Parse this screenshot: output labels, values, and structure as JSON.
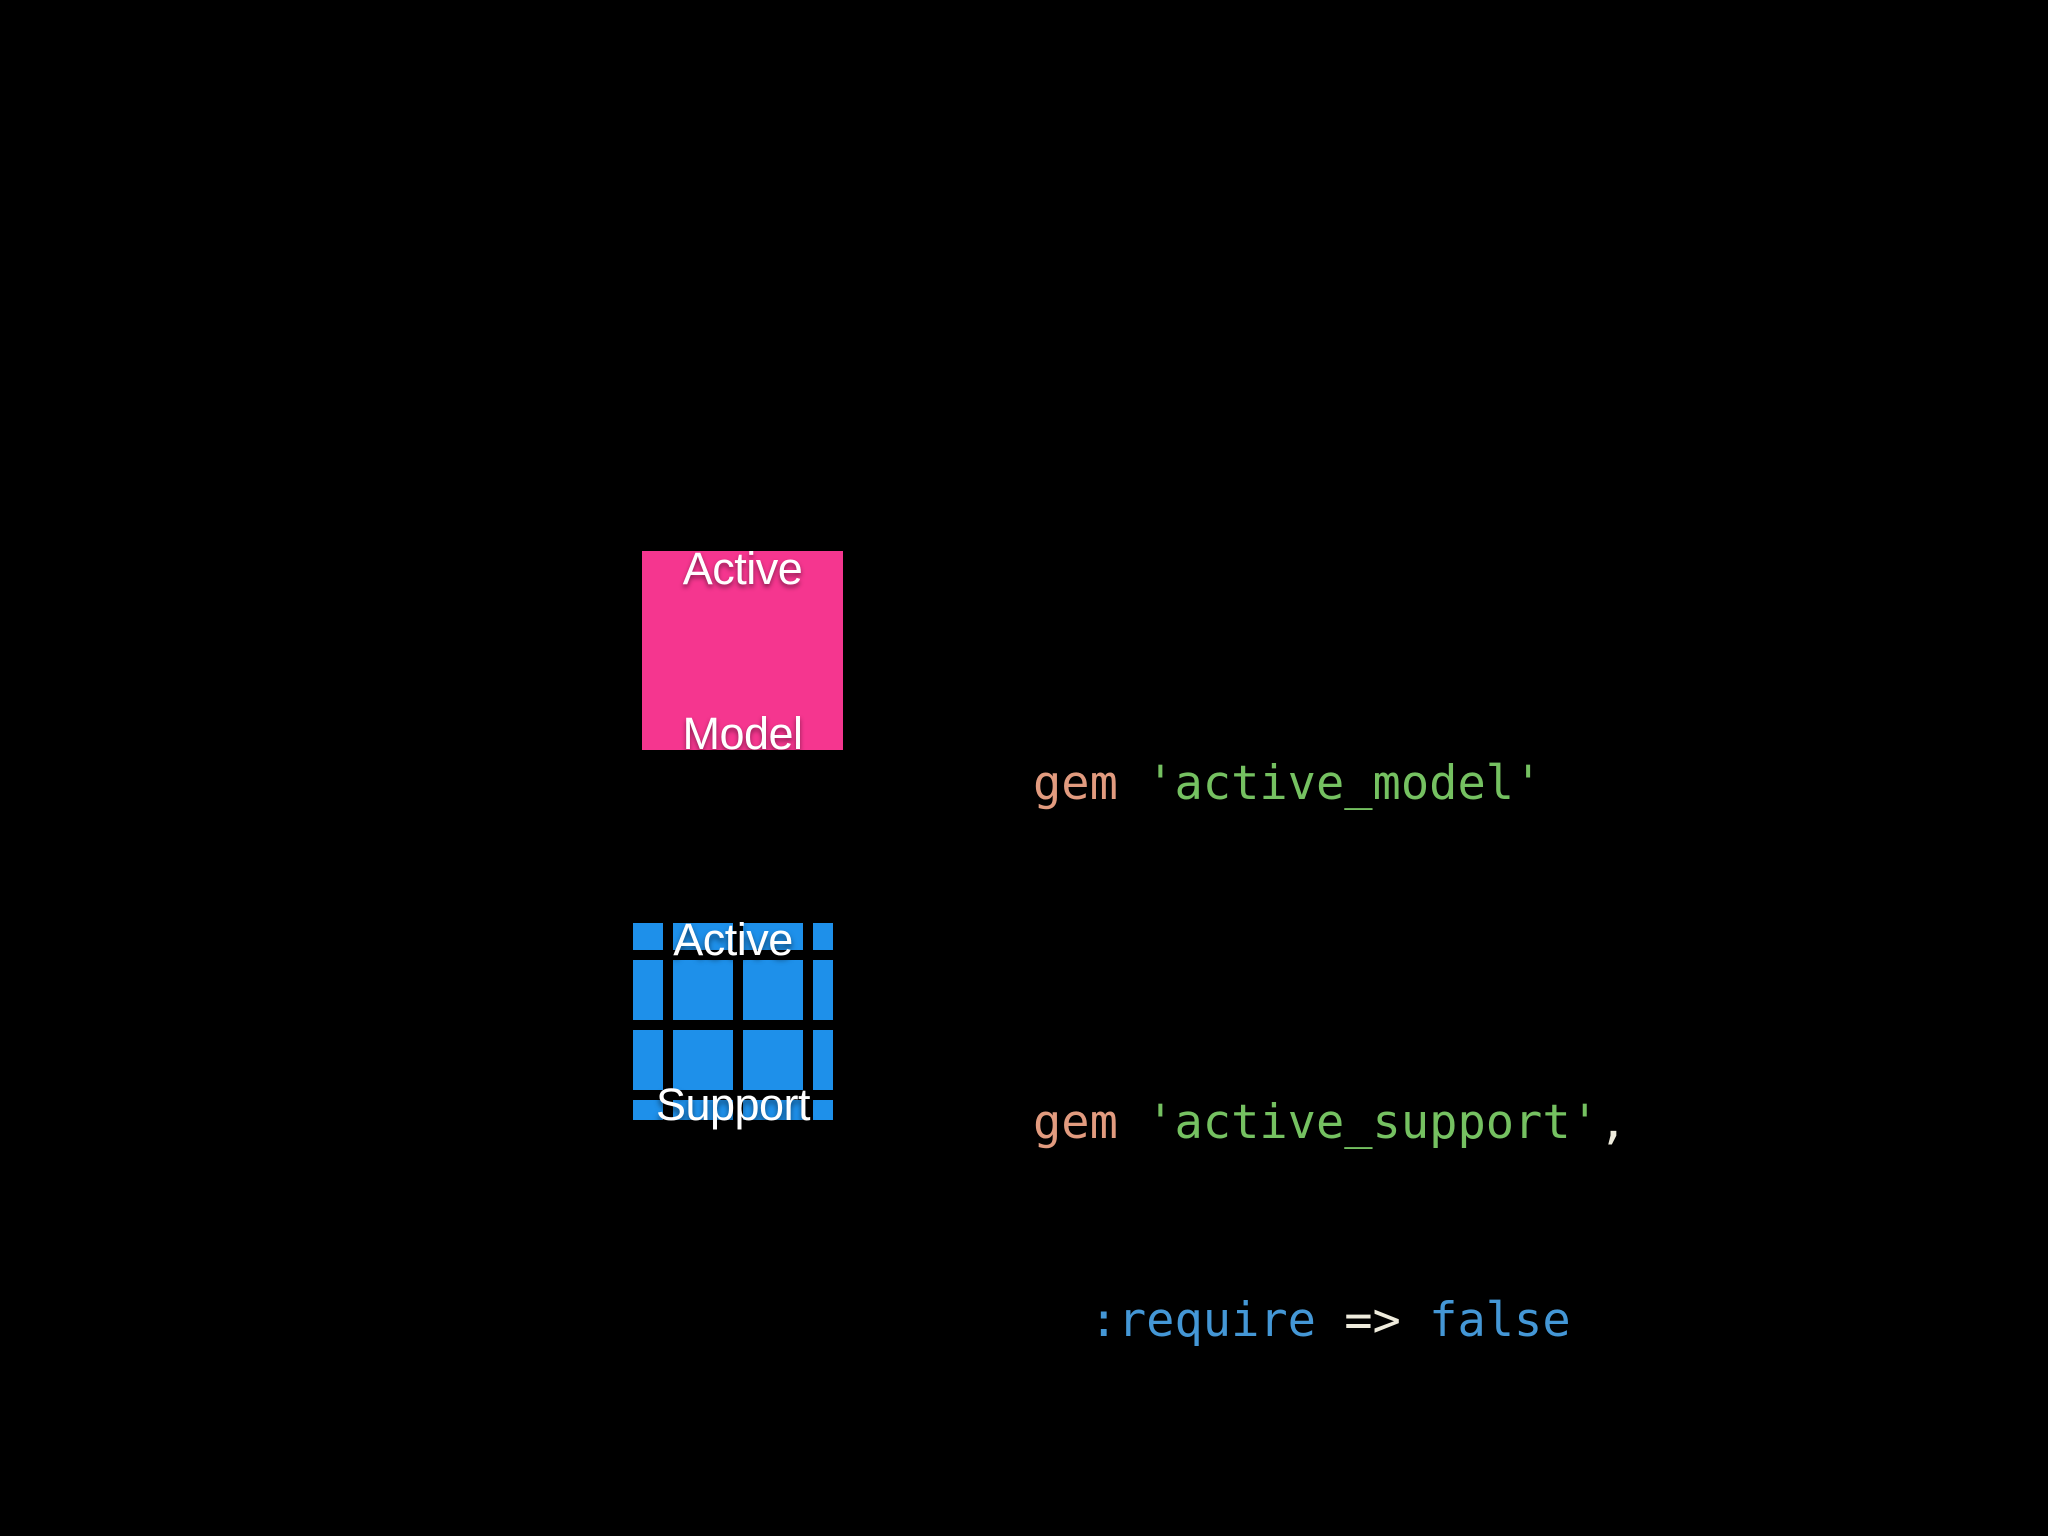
{
  "slide": {
    "background_color": "#000000"
  },
  "diagram": {
    "active_model": {
      "label_line1": "Active",
      "label_line2": "Model",
      "box_color": "#F5368F",
      "text_color": "#FFFFFF"
    },
    "active_support": {
      "label_line1": "Active",
      "label_line2": "Support",
      "tile_color": "#1E90EA",
      "text_color": "#FFFFFF"
    }
  },
  "code": {
    "colors": {
      "keyword": "#E29B7F",
      "string": "#75C161",
      "symbol": "#4497D6",
      "plain": "#EFECDD"
    },
    "block1": {
      "lines": [
        {
          "tokens": [
            {
              "text": "gem",
              "type": "keyword",
              "color": "#E29B7F"
            },
            {
              "text": " ",
              "type": "plain",
              "color": "#EFECDD"
            },
            {
              "text": "'active_model'",
              "type": "string",
              "color": "#75C161"
            }
          ]
        }
      ]
    },
    "block2": {
      "lines": [
        {
          "tokens": [
            {
              "text": "gem",
              "type": "keyword",
              "color": "#E29B7F"
            },
            {
              "text": " ",
              "type": "plain",
              "color": "#EFECDD"
            },
            {
              "text": "'active_support'",
              "type": "string",
              "color": "#75C161"
            },
            {
              "text": ",",
              "type": "plain",
              "color": "#EFECDD"
            }
          ]
        },
        {
          "tokens": [
            {
              "text": "  ",
              "type": "plain",
              "color": "#EFECDD"
            },
            {
              "text": ":require",
              "type": "symbol",
              "color": "#4497D6"
            },
            {
              "text": " => ",
              "type": "plain",
              "color": "#EFECDD"
            },
            {
              "text": "false",
              "type": "symbol",
              "color": "#4497D6"
            }
          ]
        }
      ]
    }
  }
}
